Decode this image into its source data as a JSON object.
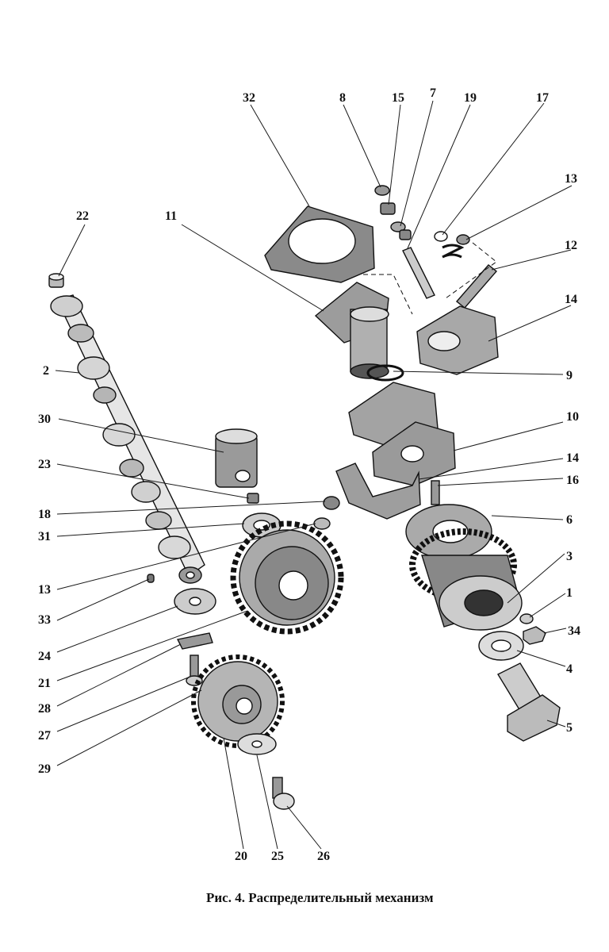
{
  "figure": {
    "caption": "Рис. 4. Распределительный  механизм"
  },
  "labels": {
    "l1": "1",
    "l2": "2",
    "l3": "3",
    "l4": "4",
    "l5": "5",
    "l6": "6",
    "l7": "7",
    "l8": "8",
    "l9": "9",
    "l10": "10",
    "l11": "11",
    "l12": "12",
    "l13a": "13",
    "l13b": "13",
    "l14a": "14",
    "l14b": "14",
    "l15": "15",
    "l16": "16",
    "l17": "17",
    "l18": "18",
    "l19": "19",
    "l20": "20",
    "l21": "21",
    "l22": "22",
    "l23": "23",
    "l24": "24",
    "l25": "25",
    "l26": "26",
    "l27": "27",
    "l28": "28",
    "l29": "29",
    "l30": "30",
    "l31": "31",
    "l32": "32",
    "l33": "33",
    "l34": "34"
  },
  "colors": {
    "ink": "#111111",
    "paper": "#ffffff"
  }
}
